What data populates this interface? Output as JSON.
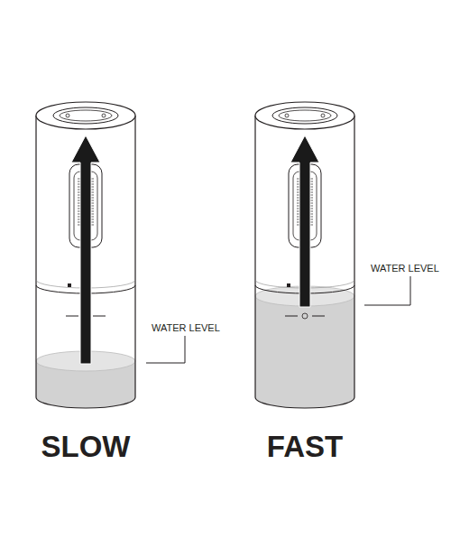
{
  "diagram": {
    "labels": [
      "WATER LEVEL",
      "SLOW",
      "WATER LEVEL",
      "FAST"
    ]
  }
}
